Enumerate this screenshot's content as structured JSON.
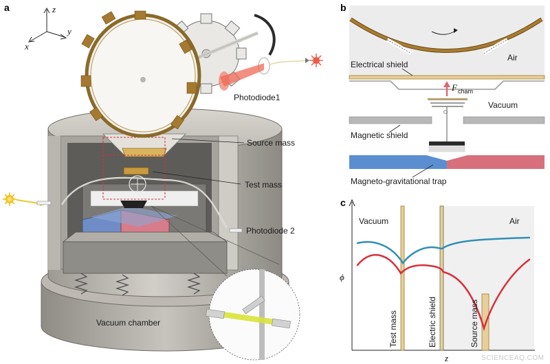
{
  "panels": {
    "a": "a",
    "b": "b",
    "c": "c"
  },
  "axes3d": {
    "x": "x",
    "y": "y",
    "z": "z"
  },
  "panel_a_labels": {
    "photodiode1": "Photodiode1",
    "source_mass": "Source mass",
    "test_mass": "Test mass",
    "photodiode2": "Photodiode 2",
    "vacuum_chamber": "Vacuum chamber"
  },
  "panel_b_labels": {
    "air": "Air",
    "electrical_shield": "Electrical shield",
    "force_symbol": "F",
    "force_subscript": "cham",
    "vacuum": "Vacuum",
    "magnetic_shield": "Magnetic shield",
    "trap": "Magneto-gravitational trap"
  },
  "panel_c_labels": {
    "vacuum": "Vacuum",
    "air": "Air",
    "ylabel": "ϕ",
    "xlabel": "z",
    "test_mass": "Test mass",
    "electric_shield": "Electric shield",
    "source_mass": "Source mass"
  },
  "colors": {
    "blue_curve": "#2f8fb4",
    "red_curve": "#d62f3a",
    "gold": "#a6792e",
    "shield_tan": "#e6cf9a",
    "trap_blue": "#5b8ed1",
    "trap_red": "#d7707c"
  },
  "watermark": "SCIENCEAQ.COM"
}
